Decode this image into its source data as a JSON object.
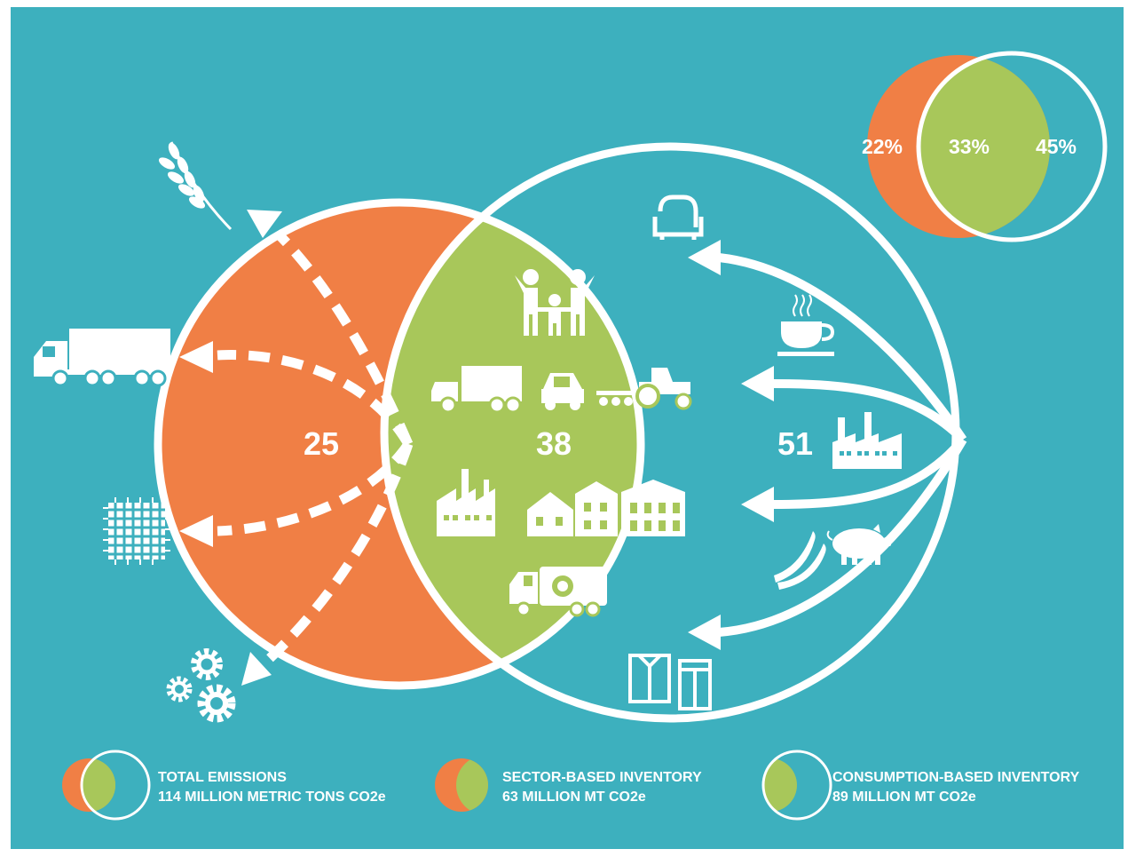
{
  "colors": {
    "background": "#3db0be",
    "orange": "#f07f45",
    "green": "#a8c75a",
    "white": "#ffffff"
  },
  "values": {
    "sector_only": "25",
    "overlap": "38",
    "consumption_only": "51"
  },
  "percentages": {
    "sector_only": "22%",
    "overlap": "33%",
    "consumption_only": "45%"
  },
  "icons": {
    "exports": [
      "wheat-icon",
      "truck-icon",
      "microchip-icon",
      "gears-icon"
    ],
    "overlap": [
      "family-icon",
      "truck-icon",
      "car-icon",
      "tractor-icon",
      "factory-icon",
      "houses-icon",
      "garbage-truck-icon"
    ],
    "imports": [
      "armchair-icon",
      "coffee-cup-icon",
      "factory-icon",
      "banana-icon",
      "pig-icon",
      "shirt-icon",
      "pants-icon"
    ]
  },
  "legend": [
    {
      "title": "TOTAL EMISSIONS",
      "value": "114 MILLION METRIC TONS CO2e"
    },
    {
      "title": "SECTOR-BASED INVENTORY",
      "value": "63 MILLION MT CO2e"
    },
    {
      "title": "CONSUMPTION-BASED INVENTORY",
      "value": "89 MILLION MT CO2e"
    }
  ]
}
